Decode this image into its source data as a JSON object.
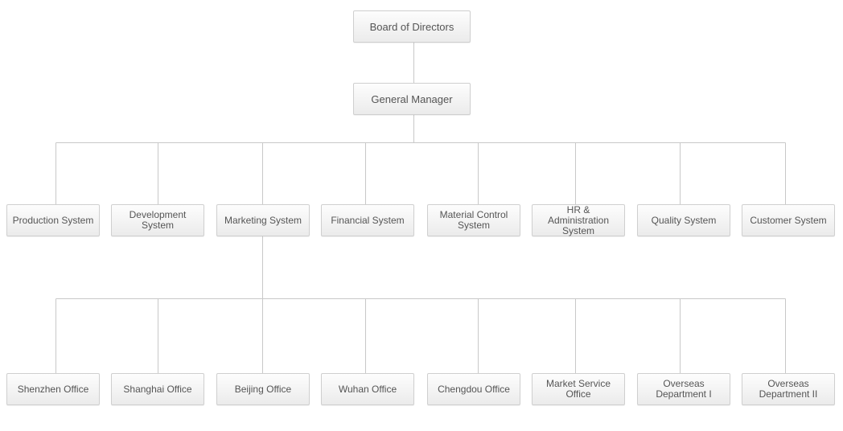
{
  "chart": {
    "root": "Board of Directors",
    "manager": "General Manager",
    "systems": [
      "Production System",
      "Development System",
      "Marketing System",
      "Financial System",
      "Material Control System",
      "HR & Administration System",
      "Quality System",
      "Customer System"
    ],
    "offices": [
      "Shenzhen Office",
      "Shanghai Office",
      "Beijing Office",
      "Wuhan Office",
      "Chengdou Office",
      "Market Service Office",
      "Overseas Department I",
      "Overseas Department II"
    ]
  },
  "colors": {
    "line": "#c8c8c8",
    "box_border": "#cfcfcf",
    "text": "#555555"
  }
}
